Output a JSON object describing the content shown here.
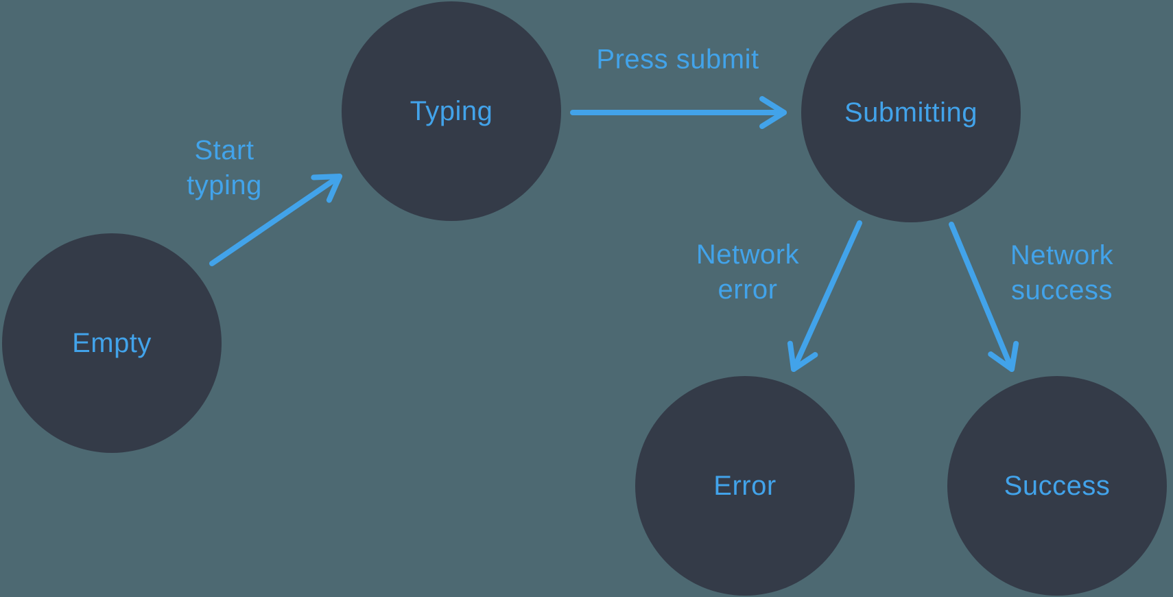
{
  "diagram": {
    "colors": {
      "background": "#4d6972",
      "node_fill": "#343b48",
      "accent": "#42a3ea"
    },
    "states": [
      {
        "id": "empty",
        "label": "Empty"
      },
      {
        "id": "typing",
        "label": "Typing"
      },
      {
        "id": "submitting",
        "label": "Submitting"
      },
      {
        "id": "error",
        "label": "Error"
      },
      {
        "id": "success",
        "label": "Success"
      }
    ],
    "transitions": [
      {
        "id": "start-typing",
        "label": "Start\ntyping",
        "from": "Empty",
        "to": "Typing"
      },
      {
        "id": "press-submit",
        "label": "Press submit",
        "from": "Typing",
        "to": "Submitting"
      },
      {
        "id": "network-error",
        "label": "Network\nerror",
        "from": "Submitting",
        "to": "Error"
      },
      {
        "id": "network-success",
        "label": "Network\nsuccess",
        "from": "Submitting",
        "to": "Success"
      }
    ]
  }
}
